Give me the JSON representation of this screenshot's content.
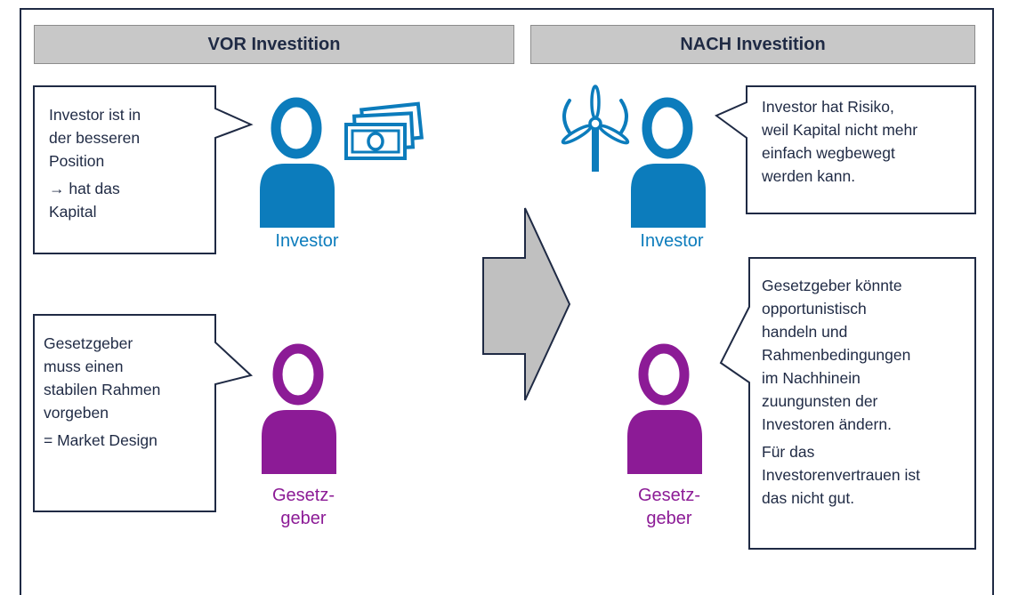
{
  "headers": {
    "before": "VOR Investition",
    "after": "NACH Investition"
  },
  "before": {
    "investor_bubble": [
      "Investor ist in",
      "der besseren",
      "Position",
      "→ hat das",
      "Kapital"
    ],
    "investor_label": "Investor",
    "lawmaker_bubble": [
      "Gesetzgeber",
      "muss einen",
      "stabilen Rahmen",
      "vorgeben",
      "= Market Design"
    ],
    "lawmaker_label": [
      "Gesetz-",
      "geber"
    ]
  },
  "after": {
    "investor_bubble": [
      "Investor hat Risiko,",
      "weil Kapital nicht mehr",
      "einfach wegbewegt",
      "werden kann."
    ],
    "investor_label": "Investor",
    "lawmaker_bubble": [
      "Gesetzgeber könnte",
      "opportunistisch",
      "handeln und",
      "Rahmenbedingungen",
      "im Nachhinein",
      "zuungunsten der",
      "Investoren ändern.",
      "Für das",
      "Investorenvertrauen ist",
      "das nicht gut."
    ],
    "lawmaker_label": [
      "Gesetz-",
      "geber"
    ]
  },
  "colors": {
    "investor": "#0c7cbc",
    "lawmaker": "#8c1b96",
    "arrow": "#c0c0c0",
    "frame": "#1f2a44"
  },
  "icons": [
    "money-stack-icon",
    "wind-turbine-icon",
    "person-icon",
    "arrow-right-icon"
  ]
}
